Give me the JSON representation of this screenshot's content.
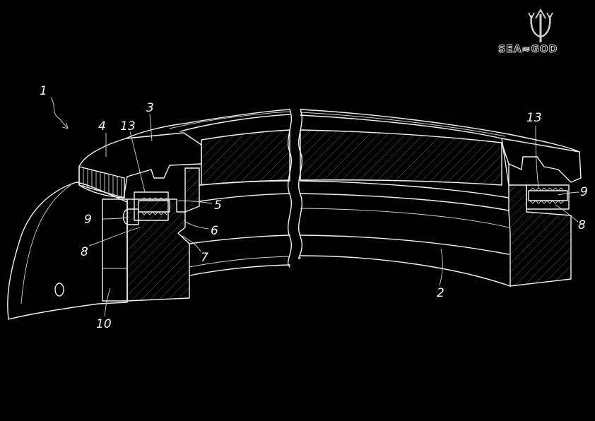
{
  "logo": {
    "text": "SEA≈GOD",
    "icon": "trident-icon"
  },
  "labels": {
    "l1": "1",
    "l2": "2",
    "l3": "3",
    "l4": "4",
    "l5": "5",
    "l6": "6",
    "l7": "7",
    "l8a": "8",
    "l8b": "8",
    "l9a": "9",
    "l9b": "9",
    "l10": "10",
    "l13a": "13",
    "l13b": "13"
  },
  "colors": {
    "background": "#000000",
    "line": "#f2f2f2"
  }
}
